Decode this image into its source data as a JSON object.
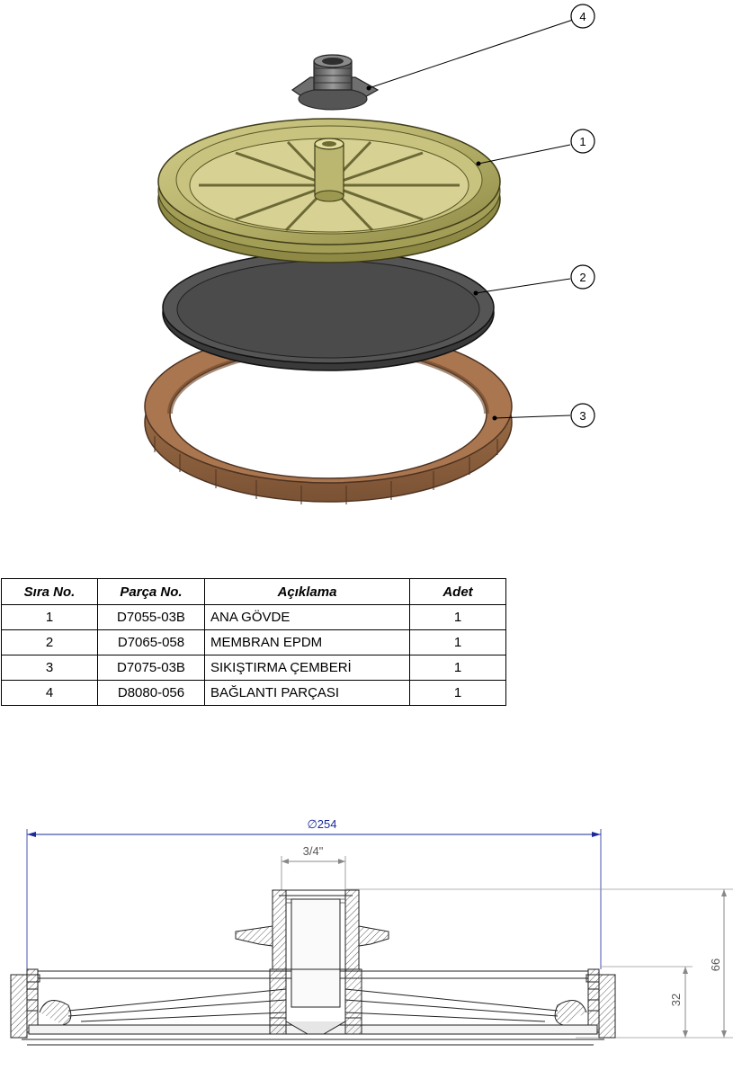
{
  "balloons": [
    "1",
    "2",
    "3",
    "4"
  ],
  "table": {
    "headers": [
      "Sıra No.",
      "Parça No.",
      "Açıklama",
      "Adet"
    ],
    "rows": [
      {
        "sira": "1",
        "parca": "D7055-03B",
        "aciklama": "ANA GÖVDE",
        "adet": "1"
      },
      {
        "sira": "2",
        "parca": "D7065-058",
        "aciklama": "MEMBRAN EPDM",
        "adet": "1"
      },
      {
        "sira": "3",
        "parca": "D7075-03B",
        "aciklama": "SIKIŞTIRMA ÇEMBERİ",
        "adet": "1"
      },
      {
        "sira": "4",
        "parca": "D8080-056",
        "aciklama": "BAĞLANTI PARÇASI",
        "adet": "1"
      }
    ]
  },
  "dimensions": {
    "diameter": "∅254",
    "thread": "3/4\"",
    "height_total": "66",
    "height_body": "32"
  },
  "colors": {
    "body": "#b6b16a",
    "body_dark": "#7d7a3e",
    "membrane": "#4a4a4a",
    "ring": "#9a6a44",
    "fitting": "#6b6b6b",
    "dimension_line": "#1a2a9a"
  }
}
